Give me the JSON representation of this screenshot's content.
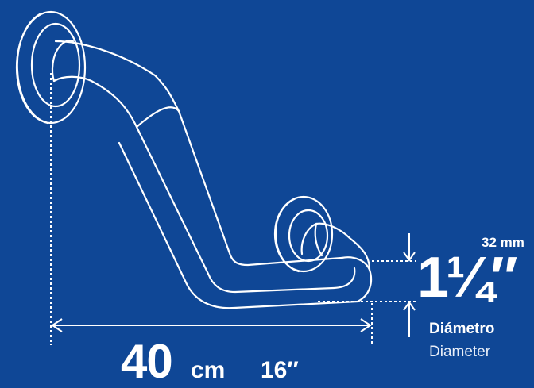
{
  "colors": {
    "background": "#0f4796",
    "line": "#ffffff"
  },
  "length": {
    "value": "40",
    "unit": "cm",
    "inch": "16″"
  },
  "diameter": {
    "mm": "32 mm",
    "inch": "1¼″",
    "label_es": "Diámetro",
    "label_en": "Diameter"
  }
}
